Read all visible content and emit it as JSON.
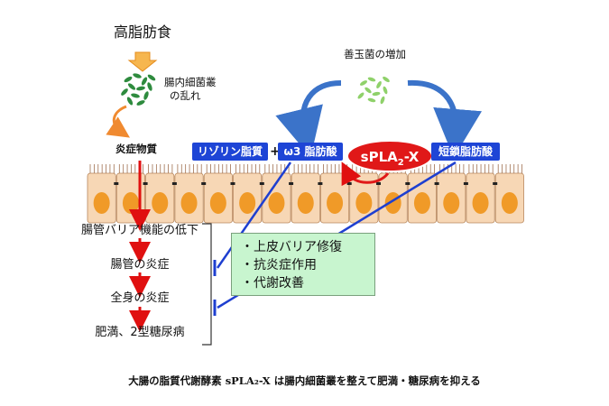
{
  "top_labels": {
    "high_fat_diet": "高脂肪食",
    "bacteria_disorder_line1": "腸内細菌叢",
    "bacteria_disorder_line2": "の乱れ",
    "good_bacteria_increase": "善玉菌の増加",
    "inflammatory_substance": "炎症物質"
  },
  "boxes": {
    "lysophospholipid": "リゾリン脂質",
    "plus": "+",
    "omega3": "ω3 脂肪酸",
    "short_chain": "短鎖脂肪酸"
  },
  "enzyme": {
    "prefix": "sPLA",
    "subscript": "2",
    "suffix": "-X"
  },
  "progression": [
    "腸管バリア機能の低下",
    "腸管の炎症",
    "全身の炎症",
    "肥満、2型糖尿病"
  ],
  "effects": [
    "・上皮バリア修復",
    "・抗炎症作用",
    "・代謝改善"
  ],
  "caption": "大腸の脂質代謝酵素 sPLA₂-X は腸内細菌叢を整えて肥満・糖尿病を抑える",
  "colors": {
    "arrow_orange": "#f2a53a",
    "red_arrow": "#e01010",
    "box_blue": "#1e45d6",
    "inhibit_line": "#1e3fd0",
    "cell_fill": "#f7d7b5",
    "nucleus": "#f09a28",
    "enzyme_red": "#e01818",
    "effects_bg": "#c8f5cf",
    "bacteria_green": "#2e8b3e",
    "good_bacteria_green": "#8fd16a"
  }
}
